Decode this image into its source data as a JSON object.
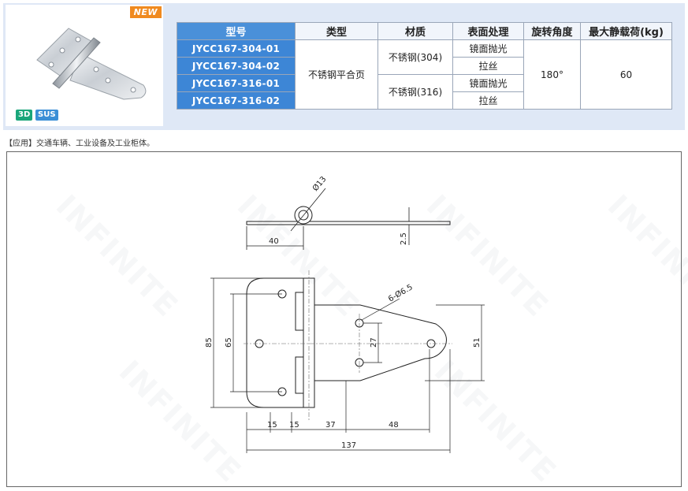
{
  "badges": {
    "new": "NEW",
    "tag_3d": "3D",
    "tag_sus": "SUS"
  },
  "table": {
    "headers": [
      "型号",
      "类型",
      "材质",
      "表面处理",
      "旋转角度",
      "最大静载荷(kg)"
    ],
    "models": [
      "JYCC167-304-01",
      "JYCC167-304-02",
      "JYCC167-316-01",
      "JYCC167-316-02"
    ],
    "type": "不锈钢平合页",
    "materials": [
      "不锈钢(304)",
      "不锈钢(316)"
    ],
    "finishes": [
      "镜面抛光",
      "拉丝",
      "镜面抛光",
      "拉丝"
    ],
    "rotation": "180°",
    "max_load": "60"
  },
  "application_note": "【应用】交通车辆、工业设备及工业柜体。",
  "drawing": {
    "dims": {
      "pin_dia": "Ø13",
      "side_offset": "40",
      "thickness": "2.5",
      "holes": "6-Ø6.5",
      "height_total": "85",
      "hole_span_left": "65",
      "hole_span_mid": "27",
      "height_right": "51",
      "w1": "15",
      "w2": "15",
      "w3": "37",
      "w4": "48",
      "length_total": "137"
    }
  },
  "colors": {
    "model_cell": "#3d86d6",
    "band": "#dfe8f6",
    "new_badge": "#f08a1f",
    "tag_3d": "#1aa67a",
    "tag_sus": "#3b8fd6"
  }
}
